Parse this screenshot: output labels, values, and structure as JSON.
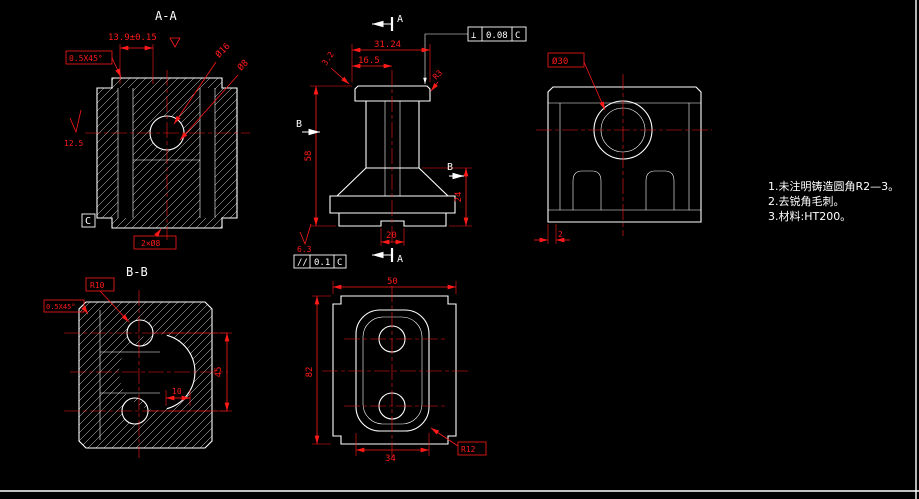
{
  "colors": {
    "background": "#000000",
    "geometry": "#ffffff",
    "dimension": "#ff1a1a"
  },
  "notes": {
    "line1": "1.未注明铸造圆角R2—3。",
    "line2": "2.去锐角毛刺。",
    "line3": "3.材料:HT200。"
  },
  "views": {
    "section_aa": {
      "title": "A-A",
      "dim_width": "13.9±0.15",
      "chamfer_note": "0.5X45°",
      "bore_dia": "Ø16",
      "hole_dia": "Ø8",
      "roughness": "12.5",
      "holes_note": "2×Ø8",
      "datum": "C"
    },
    "front": {
      "section_label_top": "A",
      "section_label_bottom": "A",
      "b_left": "B",
      "b_right": "B",
      "dim_top": "31.24",
      "dim_top2": "16.5",
      "dim_height": "58",
      "dim_right": "24",
      "dim_bottom": "20",
      "roughness_bottom": "6.3",
      "roughness_top": "3.2",
      "fillet": "R3",
      "fcf_perp": {
        "symbol": "⊥",
        "tol": "0.08",
        "datum": "C"
      },
      "fcf_par": {
        "symbol": "//",
        "tol": "0.1",
        "datum": "C"
      }
    },
    "side": {
      "bore": "Ø30",
      "dim_edge": "2"
    },
    "section_bb": {
      "title": "B-B",
      "radius": "R10",
      "chamfer_note": "0.5X45°",
      "dim_height": "45",
      "dim_edge": "10"
    },
    "bottom": {
      "dim_width": "50",
      "dim_height": "82",
      "dim_slot": "34",
      "radius": "R12"
    }
  }
}
